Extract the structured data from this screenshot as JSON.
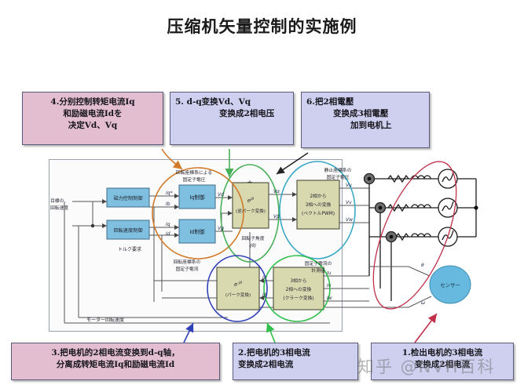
{
  "page": {
    "title": "压缩机矢量控制的实施例",
    "watermark": "知乎 @NVH百科"
  },
  "callouts": [
    {
      "id": "1",
      "color_bg": "#cfcfef",
      "lines": [
        "1.检出电机的3相电流",
        "变换成2相电流"
      ]
    },
    {
      "id": "2",
      "color_bg": "#cfcfef",
      "lines": [
        "2.把电机的3相电流",
        "变换成2相电流"
      ]
    },
    {
      "id": "3",
      "color_bg": "#e3bdd0",
      "lines": [
        "3.把电机的2相电流变换到d-q轴，",
        "分离成转矩电流Iq和励磁电流Id"
      ]
    },
    {
      "id": "4",
      "color_bg": "#e3bdd0",
      "lines": [
        "4.分别控制转矩电流Iq",
        "和励磁电流Idを",
        "决定Vd、Vq"
      ]
    },
    {
      "id": "5",
      "color_bg": "#cfcfef",
      "lines": [
        "5. d-q变换Vd、Vq",
        "变换成2相电压"
      ]
    },
    {
      "id": "6",
      "color_bg": "#cfcfef",
      "lines": [
        "6.把2相電壓",
        "变换成3相電壓",
        "加到电机上"
      ]
    }
  ],
  "diagram": {
    "controller_blocks": [
      {
        "name": "block-id-control",
        "label": "磁力控制制御"
      },
      {
        "name": "block-speed-control",
        "label": "回転速度制御"
      },
      {
        "name": "block-iq-control",
        "label": "Iq制御"
      },
      {
        "name": "block-id-reg",
        "label": "Id制御"
      }
    ],
    "transform_blocks": [
      {
        "name": "block-inv-park",
        "l1": "e",
        "sup": "jθ",
        "l2": "(逆パーク変換)"
      },
      {
        "name": "block-vector-pwm",
        "l1": "2相から",
        "l2": "3相への変換",
        "l3": "(ベクトルPWM)"
      },
      {
        "name": "block-park",
        "l1": "e",
        "sup": "-jθ",
        "l2": "(パーク変換)"
      },
      {
        "name": "block-clarke",
        "l1": "3相から",
        "l2": "2相への変換",
        "l3": "(クラーク変換)"
      }
    ],
    "annotations": [
      {
        "name": "label-target-speed",
        "lines": [
          "目標の",
          "回転速度"
        ]
      },
      {
        "name": "label-torque-demand",
        "lines": [
          "トルク要求"
        ]
      },
      {
        "name": "label-rot-stator-volt",
        "lines": [
          "回転座標系による",
          "固定子電圧"
        ]
      },
      {
        "name": "label-stat-stator-volt",
        "lines": [
          "静止座標系の",
          "固定子電圧"
        ]
      },
      {
        "name": "label-rot-stator-cur",
        "lines": [
          "回転座標系の",
          "固定子電流"
        ]
      },
      {
        "name": "label-stat-stator-cur",
        "lines": [
          "固定子電流の",
          "計測値"
        ]
      },
      {
        "name": "label-rotor-angle",
        "lines": [
          "回転子角度",
          "(θ)"
        ]
      },
      {
        "name": "label-motor-speed",
        "lines": [
          "モーター回転速度"
        ]
      },
      {
        "name": "label-sensor",
        "lines": [
          "センサー"
        ]
      }
    ],
    "signals": {
      "iq_ref": "Iq*",
      "id_ref": "Id*",
      "iq": "Iq",
      "id": "Id",
      "vd": "Vd",
      "vq": "Vq",
      "valpha": "Vα",
      "vbeta": "Vβ",
      "vu": "Vu",
      "vv": "Vv",
      "vw": "Vw",
      "ialpha": "Iα",
      "ibeta": "Iβ",
      "iu": "Iu",
      "iv": "Iv",
      "iw": "Iw",
      "theta": "θ",
      "omega": "ω"
    },
    "highlight_circles": [
      {
        "name": "circle-current-control",
        "color": "#d07a2a"
      },
      {
        "name": "circle-inv-park",
        "color": "#49b05a"
      },
      {
        "name": "circle-vector-pwm",
        "color": "#3aa9c4"
      },
      {
        "name": "circle-park",
        "color": "#3040b8"
      },
      {
        "name": "circle-clarke",
        "color": "#2fbf4a"
      },
      {
        "name": "circle-sensor",
        "color": "#c0304a"
      }
    ]
  }
}
